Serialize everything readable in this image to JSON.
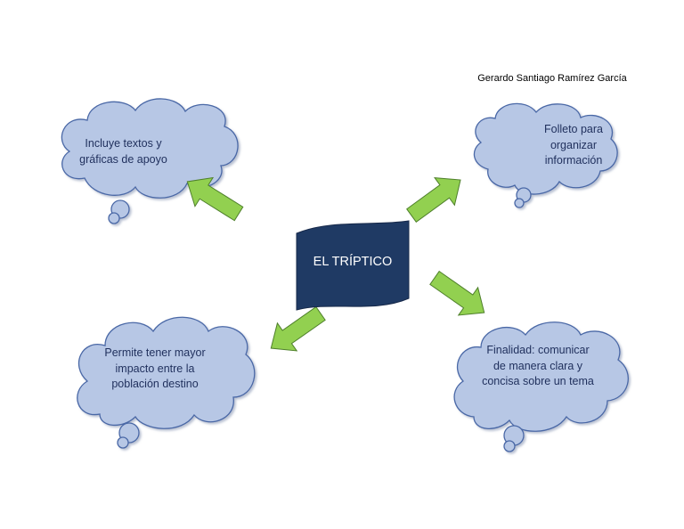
{
  "author": "Gerardo Santiago Ramírez García",
  "center": {
    "label": "EL TRÍPTICO"
  },
  "nodes": [
    {
      "text": "Incluye textos y gráficas de apoyo"
    },
    {
      "text": "Folleto para organizar información"
    },
    {
      "text": "Permite tener mayor impacto entre la población destino"
    },
    {
      "text": "Finalidad: comunicar de manera clara y concisa sobre un tema"
    }
  ],
  "colors": {
    "cloud_fill": "#b7c7e5",
    "cloud_stroke": "#4a67a6",
    "center_fill": "#1f3a64",
    "arrow_fill": "#92d050",
    "arrow_stroke": "#4e7f2b",
    "text": "#1f2f5c"
  }
}
